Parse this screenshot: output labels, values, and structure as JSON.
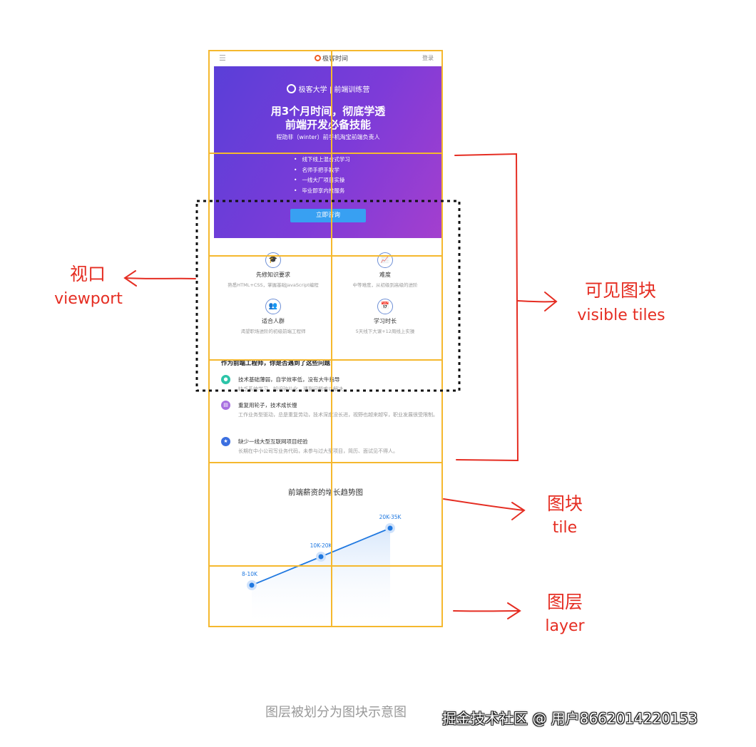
{
  "page": {
    "topbar": {
      "menu_icon": "menu-icon",
      "logo_text": "极客时间",
      "login_label": "登录"
    },
    "banner": {
      "brand": "极客大学 | 前端训练营",
      "headline_1": "用3个月时间，彻底学透",
      "headline_2": "前端开发必备技能",
      "subline": "程劭非（winter）前手机淘宝前端负责人",
      "bullets": [
        "线下线上混合式学习",
        "名师手把手教学",
        "一线大厂项目实操",
        "毕业即享内推服务"
      ],
      "cta_label": "立即咨询"
    },
    "features": [
      {
        "icon": "graduation-cap-icon",
        "title": "先修知识要求",
        "desc": "熟悉HTML+CSS，掌握基础JavaScript编程"
      },
      {
        "icon": "chart-icon",
        "title": "难度",
        "desc": "中等难度，从初级到高级的进阶"
      },
      {
        "icon": "users-icon",
        "title": "适合人群",
        "desc": "渴望职场进阶的初级前端工程师"
      },
      {
        "icon": "calendar-icon",
        "title": "学习时长",
        "desc": "5天线下大课+12周线上实操"
      }
    ],
    "problems_title": "作为前端工程师，你是否遇到了这些问题",
    "problems": [
      {
        "icon": "person-icon",
        "color": "#2cc4a8",
        "title": "技术基础薄弱，自学效率低，没有大牛指导",
        "desc": "缺乏系统学习，知识碎片化，遇到问题难以解决"
      },
      {
        "icon": "document-icon",
        "color": "#a86fe0",
        "title": "重复用轮子，技术成长慢",
        "desc": "工作业务型驱动，总是重复劳动，技术深度没长进，视野也越来越窄，职业发展很受限制。"
      },
      {
        "icon": "star-icon",
        "color": "#3b6fe0",
        "title": "缺少一线大型互联网项目经验",
        "desc": "长期在中小公司写业务代码，未参与过大型项目，简历、面试见不得人。"
      }
    ]
  },
  "chart_data": {
    "type": "line",
    "title": "前端薪资的增长趋势图",
    "categories": [
      "8-10K",
      "10K-20K",
      "20K-35K"
    ],
    "values": [
      1,
      2,
      3
    ],
    "point_labels": [
      "8-10K",
      "10K-20K",
      "20K-35K"
    ],
    "ylim": [
      0,
      3.5
    ],
    "color": "#1f78e0"
  },
  "annotations": {
    "viewport_zh": "视口",
    "viewport_en": "viewport",
    "visible_tiles_zh": "可见图块",
    "visible_tiles_en": "visible tiles",
    "tile_zh": "图块",
    "tile_en": "tile",
    "layer_zh": "图层",
    "layer_en": "layer",
    "colors": {
      "grid": "#f5b82e",
      "arrow": "#e52d22",
      "viewport": "#111111"
    }
  },
  "caption": "图层被划分为图块示意图",
  "watermark": "掘金技术社区 @ 用户8662014220153"
}
